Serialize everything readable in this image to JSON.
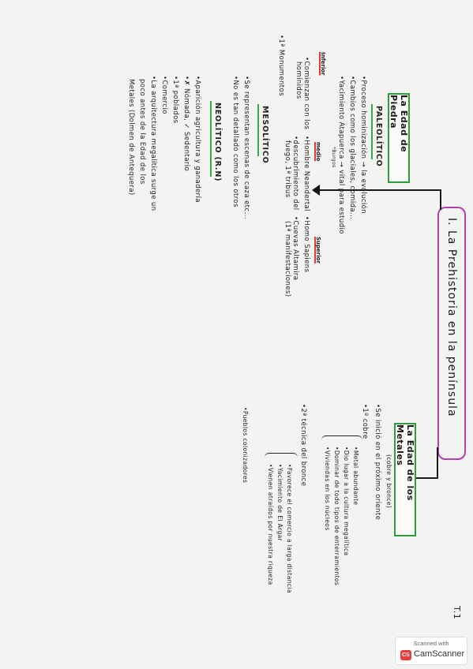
{
  "page_number": "T.1",
  "title": "I. La Prehistoria en la península",
  "paleolithic_box": "La Edad de Piedra",
  "metals_box": "La Edad de los Metales",
  "metals_sub": "(cobre y bronce)",
  "paleolithic": {
    "title": "PALEOLÍTICO",
    "items": [
      "•Proceso hominización → la evolución",
      "•Cambios como los glaciales, comida...",
      "•Yacimiento  Atapuerca → vital para estudio"
    ],
    "note_burgos": "*Burgos",
    "inferior_tag": "Inferior",
    "inferior_items": [
      "•Comienzan con los",
      "homínidos"
    ],
    "medio_tag": "medio",
    "medio_items": [
      "•Hombre Neandertal",
      "•descubrimiento del",
      "fuego, 1ª tribus"
    ],
    "superior_tag": "Superior",
    "superior_items": [
      "•Homo Sapiens",
      "•Cuevas Altamira",
      "(1ª manifestaciones)"
    ],
    "note_1": "•1ª Monumentos"
  },
  "mesolithic": {
    "title": "MESOLÍTICO",
    "items": [
      "•Se representan escenas de caza etc...",
      "•No es tan detallado como los otros"
    ]
  },
  "neolithic": {
    "title": "NEOLÍTICO (R.N)",
    "items": [
      "•Aparición agricultura y ganadería",
      "•✗ Nómada, ✓ Sedentario",
      "•1ª poblados",
      "•Comercio",
      "•La arquitectura megalítica surge un",
      "poco antes de la Edad de los",
      "Metales (Dolmen de Antequera)"
    ]
  },
  "metals": {
    "items": [
      "•Se inició en el próximo oriente",
      "•1º cobre"
    ],
    "cobre_items": [
      "•Metal abundante",
      "•Dio lugar a la cultura megalítica",
      "•Dominar de todo tipos de enterramientos",
      "•Viviendas en los núcleos"
    ],
    "bronce_label": "•2ª técnica del bronce",
    "bronce_items": [
      "•Favorece el comercio a larga distancia",
      "•Yacimiento de El Argar",
      "•Vienen atraídos por nuestra riqueza"
    ],
    "last": "•Pueblos colonizadores"
  },
  "scanner": {
    "caption": "Scanned with",
    "brand": "CamScanner",
    "logo_text": "CS"
  }
}
